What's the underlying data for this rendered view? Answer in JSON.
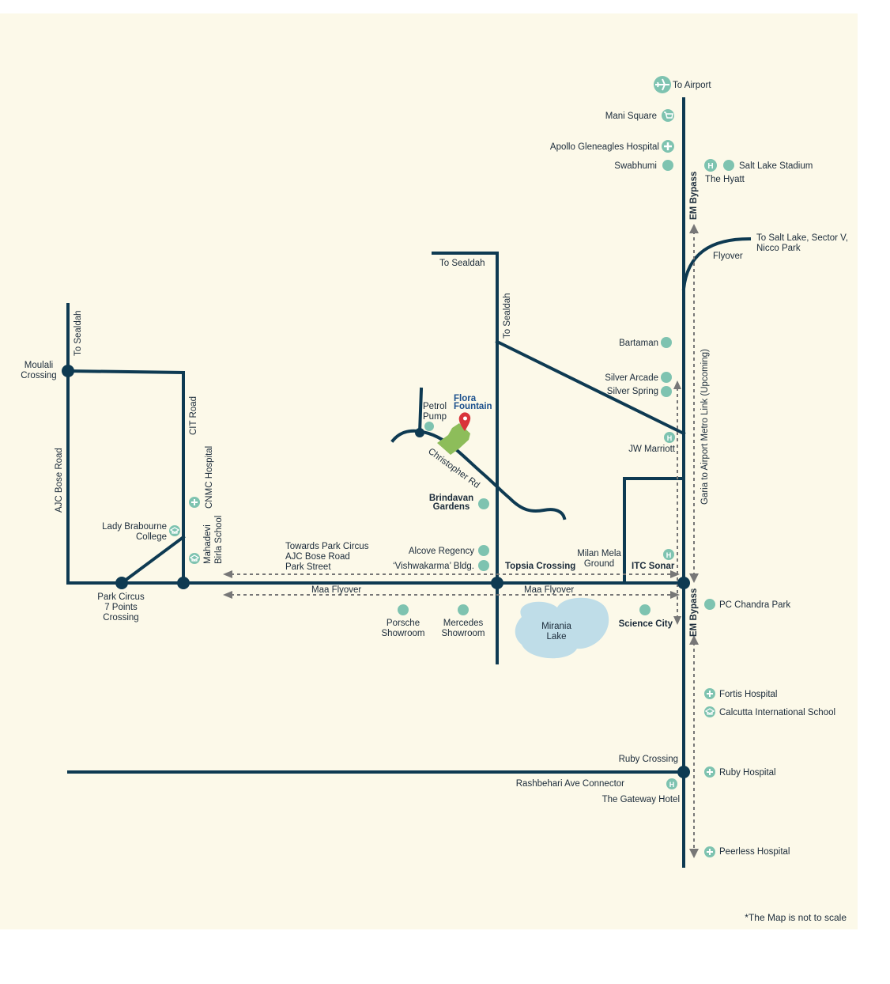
{
  "colors": {
    "background": "#fcf9e9",
    "road": "#0e3a52",
    "poi": "#7ec3b0",
    "lake": "#bfdde8",
    "site": "#8dbd5a",
    "pin": "#d9343a",
    "brand": "#1a4f8c"
  },
  "labels": {
    "to_airport": "To Airport",
    "mani_square": "Mani Square",
    "apollo": "Apollo Gleneagles Hospital",
    "swabhumi": "Swabhumi",
    "salt_lake_stadium": "Salt Lake Stadium",
    "the_hyatt": "The Hyatt",
    "em_bypass_top": "EM Bypass",
    "em_bypass_bottom": "EM Bypass",
    "to_salt_lake_1": "To Salt Lake, Sector V,",
    "to_salt_lake_2": "Nicco Park",
    "flyover": "Flyover",
    "to_sealdah_top": "To Sealdah",
    "to_sealdah_vert": "To Sealdah",
    "to_sealdah_left": "To Sealdah",
    "metro_link": "Garia to Airport Metro Link (Upcoming)",
    "bartaman": "Bartaman",
    "silver_arcade": "Silver Arcade",
    "silver_spring": "Silver Spring",
    "jw_marriott": "JW Marriott",
    "moulali_1": "Moulali",
    "moulali_2": "Crossing",
    "cit_road": "CIT Road",
    "cnmc_hospital": "CNMC Hospital",
    "ajc_bose_road": "AJC Bose Road",
    "lady_brabourne_1": "Lady Brabourne",
    "lady_brabourne_2": "College",
    "mahadevi_1": "Mahadevi",
    "mahadevi_2": "Birla School",
    "petrol_pump_1": "Petrol",
    "petrol_pump_2": "Pump",
    "flora_1": "Flora",
    "flora_2": "Fountain",
    "christopher_rd": "Christopher Rd",
    "brindavan_1": "Brindavan",
    "brindavan_2": "Gardens",
    "towards_park_1": "Towards Park Circus",
    "towards_park_2": "AJC Bose Road",
    "towards_park_3": "Park Street",
    "alcove_regency": "Alcove Regency",
    "vishwakarma": "‘Vishwakarma’ Bldg.",
    "topsia_crossing": "Topsia Crossing",
    "milan_mela_1": "Milan Mela",
    "milan_mela_2": "Ground",
    "itc_sonar": "ITC Sonar",
    "park_circus_1": "Park Circus",
    "park_circus_2": "7 Points",
    "park_circus_3": "Crossing",
    "maa_flyover_left": "Maa Flyover",
    "maa_flyover_right": "Maa Flyover",
    "porsche_1": "Porsche",
    "porsche_2": "Showroom",
    "mercedes_1": "Mercedes",
    "mercedes_2": "Showroom",
    "mirania_1": "Mirania",
    "mirania_2": "Lake",
    "science_city": "Science City",
    "pc_chandra_park": "PC Chandra Park",
    "fortis": "Fortis Hospital",
    "calcutta_school": "Calcutta International School",
    "ruby_crossing": "Ruby Crossing",
    "rashbehari": "Rashbehari Ave Connector",
    "ruby_hospital": "Ruby Hospital",
    "gateway_hotel": "The Gateway Hotel",
    "peerless": "Peerless Hospital",
    "note": "*The Map is not to scale"
  },
  "icons": {
    "airport": "airplane-icon",
    "shopping": "cart-icon",
    "hospital": "cross-icon",
    "hotel": "h-icon",
    "school": "mortarboard-icon",
    "place": "dot-icon",
    "site": "location-pin-icon"
  }
}
